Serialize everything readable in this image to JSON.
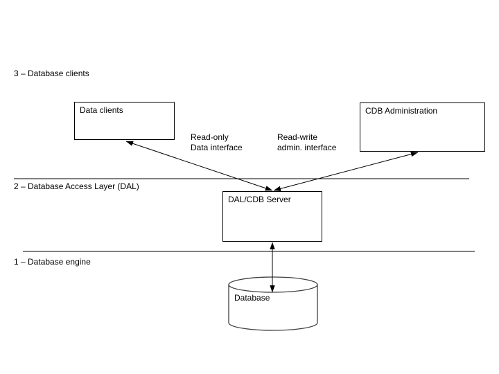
{
  "diagram": {
    "layers": [
      {
        "label": "3 – Database clients"
      },
      {
        "label": "2 – Database Access Layer (DAL)"
      },
      {
        "label": "1 – Database engine"
      }
    ],
    "nodes": {
      "data_clients": {
        "label": "Data clients"
      },
      "cdb_admin": {
        "label": "CDB Administration"
      },
      "dal_server": {
        "label": "DAL/CDB Server"
      },
      "database": {
        "label": "Database"
      }
    },
    "edges": {
      "read_only": {
        "line1": "Read-only",
        "line2": "Data interface"
      },
      "read_write": {
        "line1": "Read-write",
        "line2": "admin. interface"
      }
    },
    "colors": {
      "background": "#ffffff",
      "text": "#000000",
      "box_border": "#000000",
      "arrow": "#000000",
      "separator": "#000000",
      "cylinder_outline": "#3f3f3f"
    }
  }
}
